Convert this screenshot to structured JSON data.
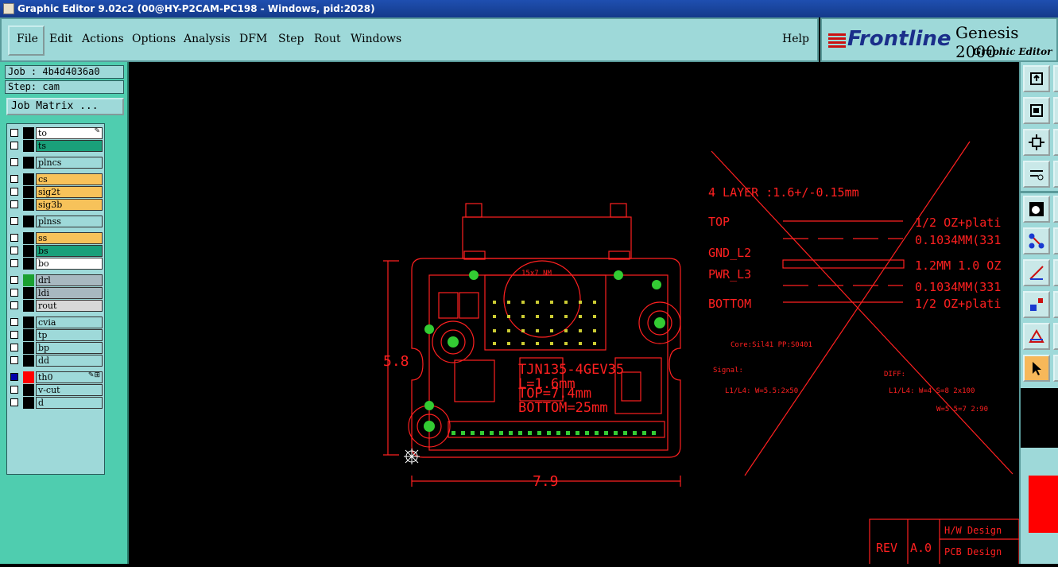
{
  "window": {
    "title": "Graphic Editor 9.02c2 (00@HY-P2CAM-PC198 - Windows, pid:2028)"
  },
  "menu": {
    "file": "File",
    "edit": "Edit",
    "actions": "Actions",
    "options": "Options",
    "analysis": "Analysis",
    "dfm": "DFM",
    "step": "Step",
    "rout": "Rout",
    "windows": "Windows",
    "help": "Help"
  },
  "brand": {
    "company": "Frontline",
    "product": "Genesis 2000",
    "module": "Graphic Editor"
  },
  "job": {
    "job_label": "Job : 4b4d4036a0",
    "step_label": "Step: cam",
    "matrix_button": "Job Matrix ..."
  },
  "layers": [
    {
      "name": "to",
      "color": "#ffffff",
      "swatch": "#000000",
      "tag": "✎",
      "checked": false
    },
    {
      "name": "ts",
      "color": "#1aa07a",
      "swatch": "#000000",
      "tag": "",
      "checked": false
    },
    {
      "name": "plncs",
      "color": "#9ed9d9",
      "swatch": "#000000",
      "tag": "",
      "checked": false
    },
    {
      "name": "cs",
      "color": "#f7c25a",
      "swatch": "#000000",
      "tag": "",
      "checked": false
    },
    {
      "name": "sig2t",
      "color": "#f7c25a",
      "swatch": "#000000",
      "tag": "",
      "checked": false
    },
    {
      "name": "sig3b",
      "color": "#f7c25a",
      "swatch": "#000000",
      "tag": "",
      "checked": false
    },
    {
      "name": "plnss",
      "color": "#9ed9d9",
      "swatch": "#000000",
      "tag": "",
      "checked": false
    },
    {
      "name": "ss",
      "color": "#f7c25a",
      "swatch": "#000000",
      "tag": "",
      "checked": false
    },
    {
      "name": "bs",
      "color": "#1aa07a",
      "swatch": "#000000",
      "tag": "",
      "checked": false
    },
    {
      "name": "bo",
      "color": "#ffffff",
      "swatch": "#000000",
      "tag": "",
      "checked": false
    },
    {
      "name": "drl",
      "color": "#a8b8c0",
      "swatch": "#1aa030",
      "tag": "",
      "checked": false
    },
    {
      "name": "ldi",
      "color": "#a8b8c0",
      "swatch": "#000000",
      "tag": "",
      "checked": false
    },
    {
      "name": "rout",
      "color": "#d8d8d8",
      "swatch": "#000000",
      "tag": "",
      "checked": false
    },
    {
      "name": "cvia",
      "color": "#9ed9d9",
      "swatch": "#000000",
      "tag": "",
      "checked": false
    },
    {
      "name": "tp",
      "color": "#9ed9d9",
      "swatch": "#000000",
      "tag": "",
      "checked": false
    },
    {
      "name": "bp",
      "color": "#9ed9d9",
      "swatch": "#000000",
      "tag": "",
      "checked": false
    },
    {
      "name": "dd",
      "color": "#9ed9d9",
      "swatch": "#000000",
      "tag": "",
      "checked": false
    },
    {
      "name": "th0",
      "color": "#9ed9d9",
      "swatch": "#ff0000",
      "tag": "✎⊞",
      "checked": true
    },
    {
      "name": "v-cut",
      "color": "#9ed9d9",
      "swatch": "#000000",
      "tag": "",
      "checked": false
    },
    {
      "name": "d",
      "color": "#9ed9d9",
      "swatch": "#000000",
      "tag": "",
      "checked": false
    }
  ],
  "drawing": {
    "dim_height": "5.8",
    "dim_width": "7.9",
    "connector_label": "15x7 NM",
    "part_line1": "TJN135-4GEV35",
    "part_line2": "L=1.6mm",
    "part_line3": "TOP=7.4mm",
    "part_line4": "BOTTOM=25mm",
    "stackup_title": "4 LAYER :1.6+/-0.15mm",
    "layer_top": "TOP",
    "layer_gnd": "GND_L2",
    "layer_pwr": "PWR_L3",
    "layer_bottom": "BOTTOM",
    "spec_1": "1/2 OZ+plati",
    "spec_2": "0.1034MM(331",
    "spec_3": "1.2MM 1.0 OZ",
    "spec_4": "0.1034MM(331",
    "spec_5": "1/2 OZ+plati",
    "core_note": "Core:Sil41  PP:S0401",
    "signal_label": "Signal:",
    "signal_value": "L1/L4:    W=5.5:2x50",
    "diff_label": "DIFF:",
    "diff_value1": "L1/L4:  W=4 S=8 2x100",
    "diff_value2": "W=5 5=7 2:90",
    "rev_label": "REV",
    "rev_value": "A.0",
    "hw_design": "H/W Design",
    "pcb_design": "PCB Design"
  },
  "colors": {
    "drawing": "#ff2020",
    "pad": "#33cc33",
    "panel_bg": "#4fcdaf",
    "menu_bg": "#9ed9d9"
  }
}
